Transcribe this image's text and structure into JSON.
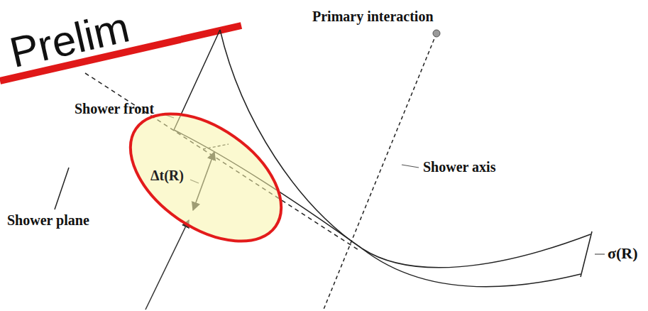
{
  "diagram": {
    "nodes": [
      {
        "text": [
          "Δt(R)"
        ]
      }
    ],
    "labels": [
      "Prelim",
      "Primary interaction",
      "Shower front",
      "Shower axis",
      "Shower plane",
      "σ(R)"
    ]
  }
}
